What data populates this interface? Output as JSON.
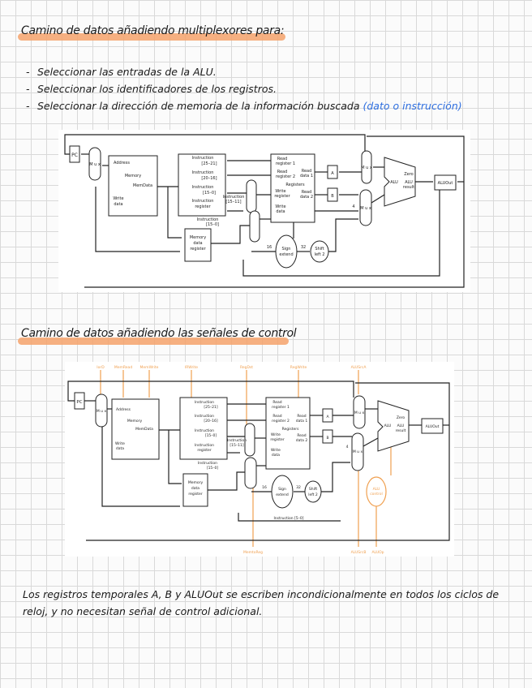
{
  "section1": {
    "title": "Camino de datos añadiendo multiplexores para:",
    "bullets": [
      "Seleccionar las entradas de la ALU.",
      "Seleccionar los identificadores de los registros.",
      "Seleccionar la dirección de memoria de la información buscada"
    ],
    "bullet3_suffix": "(dato o instrucción)"
  },
  "section2": {
    "title": "Camino de datos añadiendo las señales de control"
  },
  "diagram": {
    "pc": "PC",
    "mux": "M u x",
    "memory": [
      "Address",
      "Memory",
      "MemData",
      "Write",
      "data"
    ],
    "ir": [
      "Instruction",
      "[25–21]",
      "Instruction",
      "[20–16]",
      "Instruction",
      "[15–0]",
      "Instruction",
      "register"
    ],
    "ir_extra1": [
      "Instruction",
      "[15–11]"
    ],
    "ir_extra2": [
      "Instruction",
      "[15–0]"
    ],
    "mdr": [
      "Memory",
      "data",
      "register"
    ],
    "regs": [
      "Read",
      "register 1",
      "Read",
      "register 2",
      "Registers",
      "Write",
      "register",
      "Write",
      "data",
      "Read",
      "data 1",
      "Read",
      "data 2"
    ],
    "a": "A",
    "b": "B",
    "alu": "ALU",
    "alu_out": [
      "Zero",
      "ALU",
      "result"
    ],
    "aluout": "ALUOut",
    "sign": [
      "Sign",
      "extend"
    ],
    "shift": [
      "Shift",
      "left 2"
    ],
    "n16": "16",
    "n32": "32",
    "n4": "4"
  },
  "controls": {
    "top": [
      "IorD",
      "MemRead",
      "MemWrite",
      "IRWrite",
      "RegDst",
      "RegWrite",
      "ALUSrcA"
    ],
    "bottom": [
      "MemtoReg",
      "ALUSrcB",
      "ALUOp"
    ],
    "alu_control": [
      "ALU",
      "control"
    ],
    "instr_5_0": "Instruction [5–0]",
    "color": "#f0a050"
  },
  "note": "Los registros temporales A, B y ALUOut se escriben incondicionalmente en todos los ciclos de reloj, y no necesitan señal de control adicional."
}
